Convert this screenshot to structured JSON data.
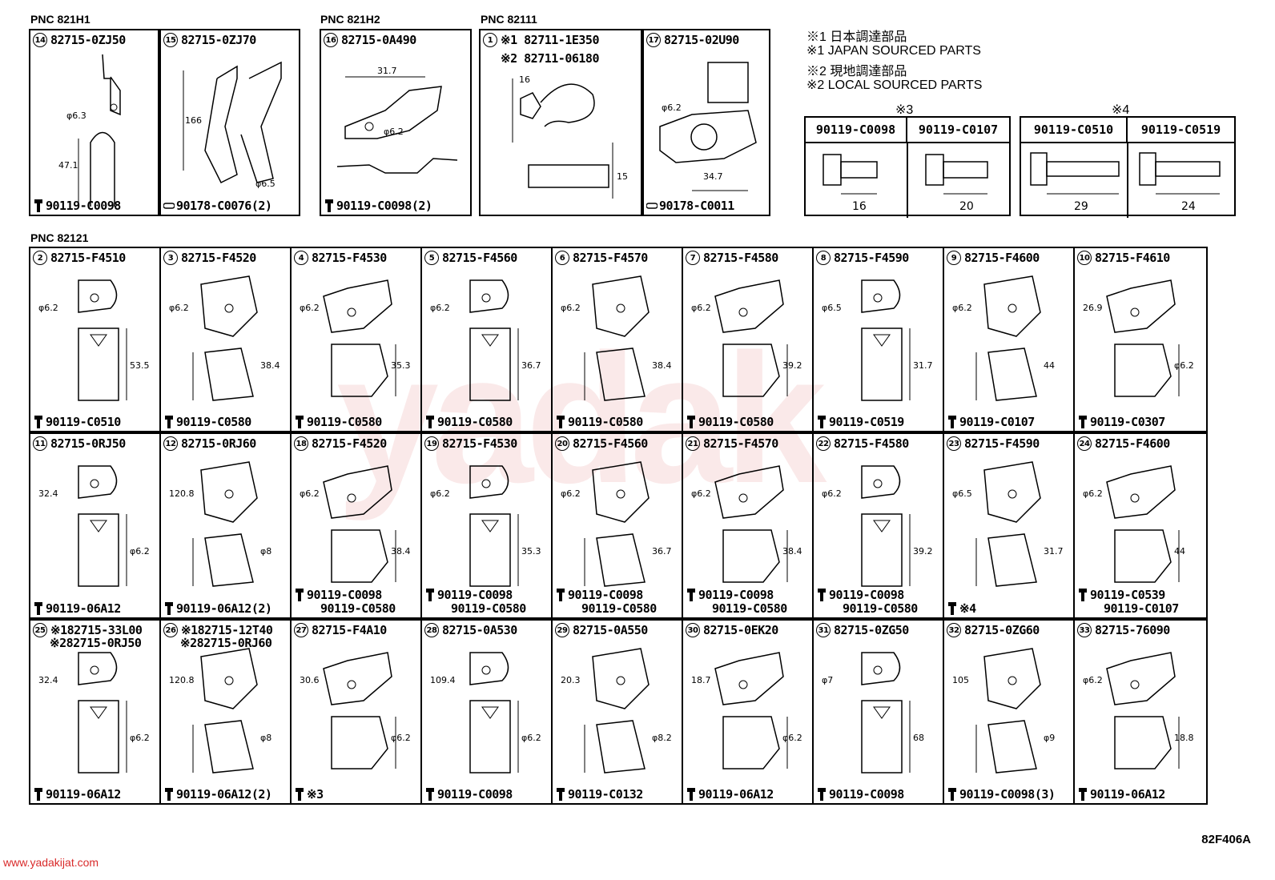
{
  "groups": {
    "g1": "PNC 821H1",
    "g2": "PNC 821H2",
    "g3": "PNC 82111",
    "g4": "PNC 82121"
  },
  "notes": {
    "n1": "※1 日本調達部品",
    "n2": "※1 JAPAN SOURCED PARTS",
    "n3": "※2 現地調達部品",
    "n4": "※2 LOCAL SOURCED PARTS"
  },
  "bolt_tables": {
    "t3_label": "※3",
    "t4_label": "※4",
    "t3": [
      {
        "part": "90119-C0098",
        "len": "16"
      },
      {
        "part": "90119-C0107",
        "len": "20"
      }
    ],
    "t4": [
      {
        "part": "90119-C0510",
        "len": "29"
      },
      {
        "part": "90119-C0519",
        "len": "24"
      }
    ]
  },
  "top_cells": [
    {
      "num": "14",
      "part": "82715-0ZJ50",
      "foot": "90119-C0098",
      "dims": [
        "φ6.3",
        "47.1"
      ]
    },
    {
      "num": "15",
      "part": "82715-0ZJ70",
      "foot": "90178-C0076(2)",
      "dims": [
        "166",
        "φ6.5"
      ]
    },
    {
      "num": "16",
      "part": "82715-0A490",
      "foot": "90119-C0098(2)",
      "dims": [
        "31.7",
        "φ6.2"
      ]
    },
    {
      "num": "1",
      "part": "※1  82711-1E350",
      "part2": "※2  82711-06180",
      "foot": "",
      "dims": [
        "16",
        "15"
      ]
    },
    {
      "num": "17",
      "part": "82715-02U90",
      "foot": "90178-C0011",
      "dims": [
        "φ6.2",
        "34.7"
      ]
    }
  ],
  "row1": [
    {
      "num": "2",
      "part": "82715-F4510",
      "foot": "90119-C0510",
      "dims": [
        "φ6.2",
        "53.5"
      ]
    },
    {
      "num": "3",
      "part": "82715-F4520",
      "foot": "90119-C0580",
      "dims": [
        "φ6.2",
        "38.4"
      ]
    },
    {
      "num": "4",
      "part": "82715-F4530",
      "foot": "90119-C0580",
      "dims": [
        "φ6.2",
        "35.3"
      ]
    },
    {
      "num": "5",
      "part": "82715-F4560",
      "foot": "90119-C0580",
      "dims": [
        "φ6.2",
        "36.7"
      ]
    },
    {
      "num": "6",
      "part": "82715-F4570",
      "foot": "90119-C0580",
      "dims": [
        "φ6.2",
        "38.4"
      ]
    },
    {
      "num": "7",
      "part": "82715-F4580",
      "foot": "90119-C0580",
      "dims": [
        "φ6.2",
        "39.2"
      ]
    },
    {
      "num": "8",
      "part": "82715-F4590",
      "foot": "90119-C0519",
      "dims": [
        "φ6.5",
        "31.7"
      ]
    },
    {
      "num": "9",
      "part": "82715-F4600",
      "foot": "90119-C0107",
      "dims": [
        "φ6.2",
        "44"
      ]
    },
    {
      "num": "10",
      "part": "82715-F4610",
      "foot": "90119-C0307",
      "dims": [
        "26.9",
        "φ6.2"
      ]
    }
  ],
  "row2": [
    {
      "num": "11",
      "part": "82715-0RJ50",
      "foot": "90119-06A12",
      "foot2": "",
      "dims": [
        "32.4",
        "φ6.2"
      ]
    },
    {
      "num": "12",
      "part": "82715-0RJ60",
      "foot": "90119-06A12(2)",
      "foot2": "",
      "dims": [
        "120.8",
        "φ8"
      ]
    },
    {
      "num": "18",
      "part": "82715-F4520",
      "foot": "90119-C0098",
      "foot2": "90119-C0580",
      "dims": [
        "φ6.2",
        "38.4"
      ]
    },
    {
      "num": "19",
      "part": "82715-F4530",
      "foot": "90119-C0098",
      "foot2": "90119-C0580",
      "dims": [
        "φ6.2",
        "35.3"
      ]
    },
    {
      "num": "20",
      "part": "82715-F4560",
      "foot": "90119-C0098",
      "foot2": "90119-C0580",
      "dims": [
        "φ6.2",
        "36.7"
      ]
    },
    {
      "num": "21",
      "part": "82715-F4570",
      "foot": "90119-C0098",
      "foot2": "90119-C0580",
      "dims": [
        "φ6.2",
        "38.4"
      ]
    },
    {
      "num": "22",
      "part": "82715-F4580",
      "foot": "90119-C0098",
      "foot2": "90119-C0580",
      "dims": [
        "φ6.2",
        "39.2"
      ]
    },
    {
      "num": "23",
      "part": "82715-F4590",
      "foot": "※4",
      "foot2": "",
      "dims": [
        "φ6.5",
        "31.7"
      ]
    },
    {
      "num": "24",
      "part": "82715-F4600",
      "foot": "90119-C0539",
      "foot2": "90119-C0107",
      "dims": [
        "φ6.2",
        "44"
      ]
    }
  ],
  "row3": [
    {
      "num": "25",
      "part": "※182715-33L00",
      "part2": "※282715-0RJ50",
      "foot": "90119-06A12",
      "dims": [
        "32.4",
        "φ6.2"
      ]
    },
    {
      "num": "26",
      "part": "※182715-12T40",
      "part2": "※282715-0RJ60",
      "foot": "90119-06A12(2)",
      "dims": [
        "120.8",
        "φ8"
      ]
    },
    {
      "num": "27",
      "part": "82715-F4A10",
      "foot": "※3",
      "dims": [
        "30.6",
        "φ6.2"
      ]
    },
    {
      "num": "28",
      "part": "82715-0A530",
      "foot": "90119-C0098",
      "dims": [
        "109.4",
        "φ6.2"
      ]
    },
    {
      "num": "29",
      "part": "82715-0A550",
      "foot": "90119-C0132",
      "dims": [
        "20.3",
        "φ8.2"
      ]
    },
    {
      "num": "30",
      "part": "82715-0EK20",
      "foot": "90119-06A12",
      "dims": [
        "18.7",
        "φ6.2"
      ]
    },
    {
      "num": "31",
      "part": "82715-0ZG50",
      "foot": "90119-C0098",
      "dims": [
        "φ7",
        "68"
      ]
    },
    {
      "num": "32",
      "part": "82715-0ZG60",
      "foot": "90119-C0098(3)",
      "dims": [
        "105",
        "φ9"
      ]
    },
    {
      "num": "33",
      "part": "82715-76090",
      "foot": "90119-06A12",
      "dims": [
        "φ6.2",
        "18.8"
      ]
    }
  ],
  "footer": {
    "site": "www.yadakijat.com",
    "code": "82F406A"
  }
}
